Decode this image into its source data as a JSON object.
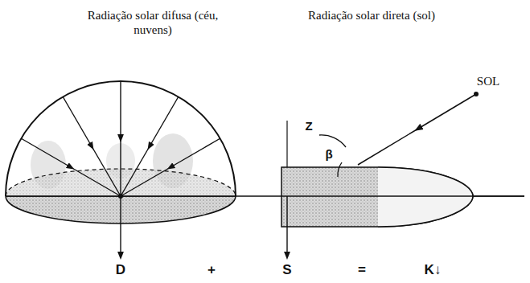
{
  "diagram": {
    "labels": [
      "Radiação solar difusa (céu, nuvens)",
      "Radiação solar direta (sol)",
      "SOL",
      "Z",
      "β",
      "D",
      "+",
      "S",
      "=",
      "K↓"
    ]
  }
}
